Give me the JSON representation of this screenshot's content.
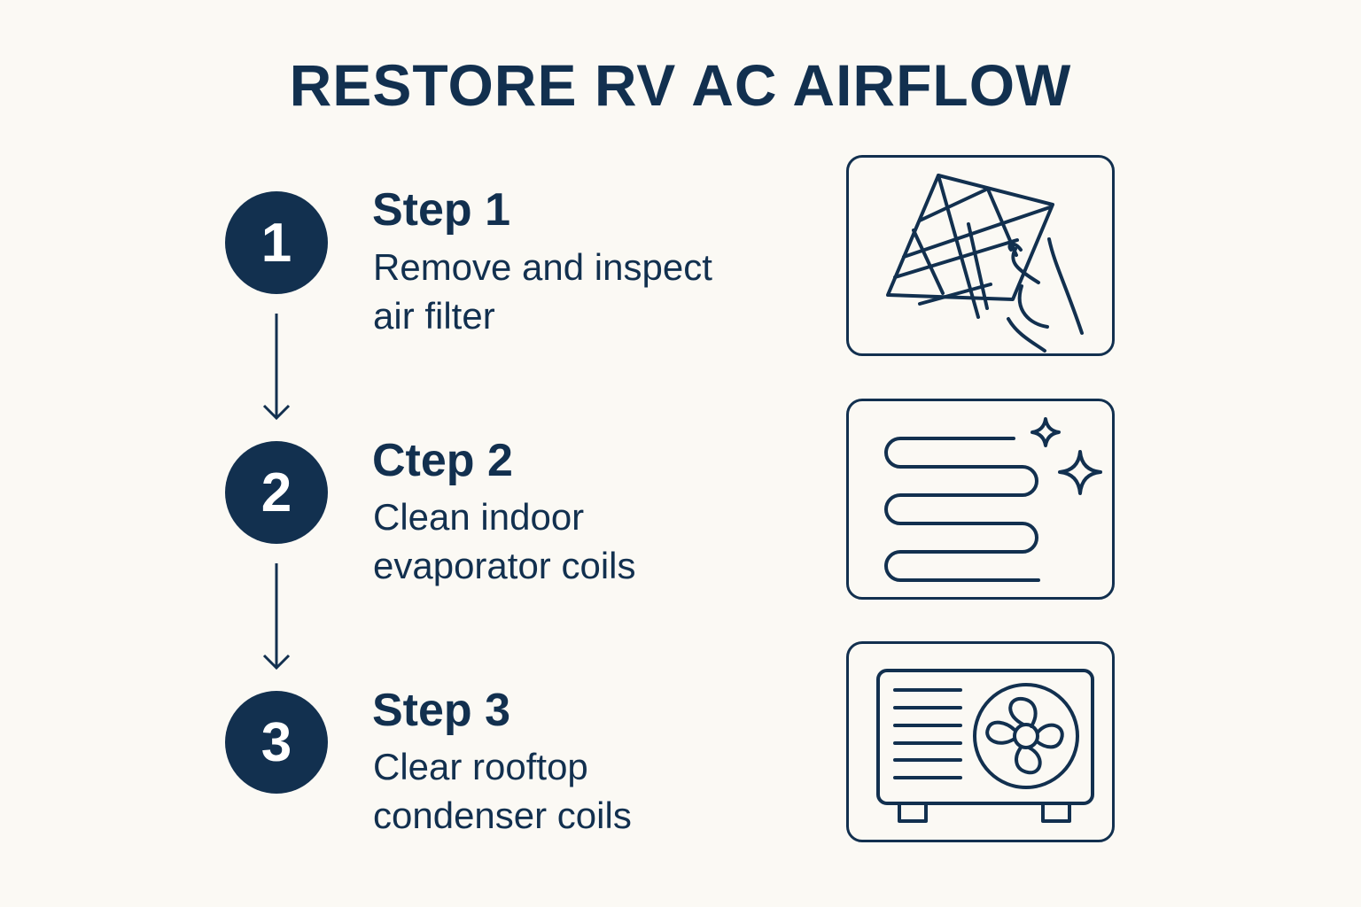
{
  "title": "RESTORE RV AC AIRFLOW",
  "colors": {
    "primary": "#12304f",
    "background": "#fbf9f4"
  },
  "steps": [
    {
      "number": "1",
      "heading": "Step 1",
      "line1": "Remove and inspect",
      "line2": "air filter",
      "icon": "air-filter-in-hand-icon"
    },
    {
      "number": "2",
      "heading": "Ctep 2",
      "line1": "Clean indoor",
      "line2": "evaporator coils",
      "icon": "clean-coil-sparkle-icon"
    },
    {
      "number": "3",
      "heading": "Step 3",
      "line1": "Clear rooftop",
      "line2": "condenser coils",
      "icon": "condenser-unit-fan-icon"
    }
  ]
}
